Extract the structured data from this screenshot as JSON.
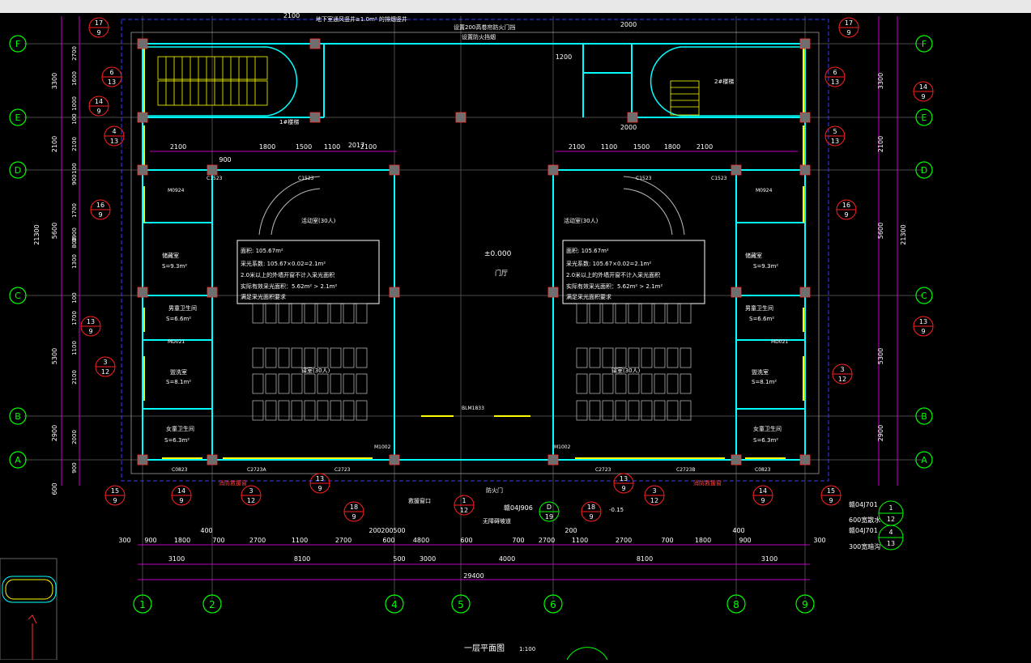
{
  "title": "一层平面图",
  "scale": "1:100",
  "grid_axes": {
    "vertical": [
      "1",
      "2",
      "4",
      "5",
      "6",
      "8",
      "9"
    ],
    "horizontal": [
      "F",
      "E",
      "D",
      "C",
      "B",
      "A"
    ]
  },
  "dims": {
    "bottom_row1": [
      "300",
      "900",
      "1800",
      "700",
      "2700",
      "1100",
      "2700",
      "600",
      "4800",
      "600",
      "700",
      "2700",
      "1100",
      "2700",
      "700",
      "1800",
      "900",
      "300"
    ],
    "bottom_mid": [
      "400",
      "200",
      "200",
      "500",
      "200",
      "400"
    ],
    "bottom_row2": [
      "3100",
      "8100",
      "500",
      "3000",
      "4000",
      "8100",
      "3100"
    ],
    "bottom_total": "29400",
    "left_outer": [
      "3300",
      "2100",
      "5600",
      "5300",
      "2900",
      "600"
    ],
    "left_inner": [
      "2700",
      "1600",
      "1000",
      "100",
      "2100",
      "100",
      "900",
      "1700",
      "3900",
      "800",
      "1300",
      "100",
      "1700",
      "1100",
      "2100",
      "2000",
      "900"
    ],
    "left_total": "21300",
    "right_outer": [
      "3300",
      "2100",
      "5600",
      "5300",
      "2900"
    ],
    "right_total": "21300",
    "top_row": [
      "2100",
      "1800",
      "1500",
      "1100",
      "2100",
      "2100",
      "1100",
      "1500",
      "1800",
      "2100"
    ],
    "top_small": [
      "2100",
      "900",
      "2017",
      "2000",
      "1200",
      "2000"
    ]
  },
  "rooms": {
    "classroom_left_title": "活动室(30人)",
    "area_1": "面积: 105.67m²",
    "calc_1": "采光系数: 105.67×0.02=2.1m²",
    "calc_2": "2.0米以上的外墙开窗不计入采光面积",
    "calc_3": "实际有效采光面积：5.62m² > 2.1m²",
    "calc_4": "满足采光面积要求",
    "sleep": "寝室(30人)",
    "hall": "门厅",
    "elevation": "±0.000",
    "storage": "储藏室",
    "storage_area": "S=9.3m²",
    "wc": "男童卫生间",
    "wc_area": "S=6.6m²",
    "wash": "盥洗室",
    "wash_area": "S=8.1m²",
    "wc2": "女童卫生间",
    "wc2_area": "S=6.3m²",
    "stair1": "1#楼梯",
    "stair2": "2#楼梯",
    "fire_door": "防火门",
    "ramp": "无障碍坡道",
    "outside": "-0.15",
    "note_top_left": "地下室通风竖井≥1.0m² 的排烟竖井",
    "note_top_center": "设置200高卷帘防火门挡",
    "note_top_center2": "设置防火挡烟",
    "doors": [
      "C1523",
      "C1523",
      "M0924",
      "M0924",
      "MD021",
      "MD021",
      "C0823",
      "C2723A",
      "C2723",
      "C2723",
      "C2723B",
      "C0823",
      "M1002",
      "M1002",
      "BLM1833",
      "C1523",
      "C1523"
    ],
    "balcony_note": "消防救援窗",
    "emergency": "救援窗口"
  },
  "details": [
    {
      "n": "17",
      "d": "9"
    },
    {
      "n": "6",
      "d": "13"
    },
    {
      "n": "14",
      "d": "9"
    },
    {
      "n": "4",
      "d": "13"
    },
    {
      "n": "16",
      "d": "9"
    },
    {
      "n": "13",
      "d": "9"
    },
    {
      "n": "3",
      "d": "12"
    },
    {
      "n": "15",
      "d": "9"
    },
    {
      "n": "14",
      "d": "9"
    },
    {
      "n": "3",
      "d": "12"
    },
    {
      "n": "13",
      "d": "9"
    },
    {
      "n": "18",
      "d": "9"
    },
    {
      "n": "1",
      "d": "12"
    },
    {
      "n": "D",
      "d": "19"
    },
    {
      "n": "17",
      "d": "9"
    },
    {
      "n": "6",
      "d": "13"
    },
    {
      "n": "14",
      "d": "9"
    },
    {
      "n": "5",
      "d": "13"
    },
    {
      "n": "16",
      "d": "9"
    },
    {
      "n": "13",
      "d": "9"
    },
    {
      "n": "3",
      "d": "12"
    },
    {
      "n": "15",
      "d": "9"
    },
    {
      "n": "14",
      "d": "9"
    },
    {
      "n": "3",
      "d": "12"
    },
    {
      "n": "13",
      "d": "9"
    },
    {
      "n": "18",
      "d": "9"
    }
  ],
  "legend": {
    "l1": "赣04J701",
    "l2": "600宽散水",
    "l3": "赣04J701",
    "l4": "300宽暗沟",
    "l5": "赣04J906",
    "b1": {
      "n": "1",
      "d": "12"
    },
    "b2": {
      "n": "4",
      "d": "13"
    }
  },
  "colors": {
    "bg": "#000000",
    "wall": "#00ffff",
    "dim": "#ff00ff",
    "grid": "#00ff00",
    "text": "#ffffff",
    "column": "#7f7f7f",
    "index": "#ff0000",
    "glass": "#ffff00"
  }
}
